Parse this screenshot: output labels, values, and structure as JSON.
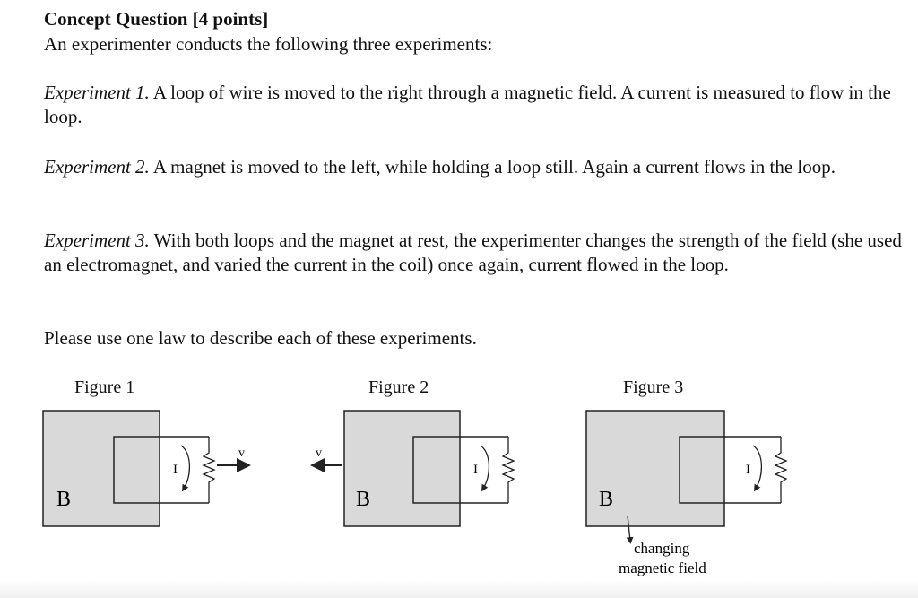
{
  "question": {
    "title": "Concept Question [4 points]",
    "intro": "An experimenter conducts the following three experiments:",
    "experiments": [
      {
        "label": "Experiment 1.",
        "text": " A loop of wire is moved to the right through a magnetic field.  A current is measured to flow in the loop."
      },
      {
        "label": "Experiment 2.",
        "text": " A magnet is moved to the left, while holding a loop still.  Again a current flows in the loop."
      },
      {
        "label": "Experiment 3.",
        "text": " With both loops and the magnet at rest, the experimenter changes the strength of the field (she used an electromagnet, and varied the current in the coil) once again, current flowed in the loop."
      }
    ],
    "closing": "Please use one law to describe each of these experiments."
  },
  "figures": [
    {
      "caption": "Figure 1",
      "field_label": "B",
      "current_label": "I",
      "velocity_label": "v"
    },
    {
      "caption": "Figure 2",
      "field_label": "B",
      "current_label": "I",
      "velocity_label": "v"
    },
    {
      "caption": "Figure 3",
      "field_label": "B",
      "current_label": "I",
      "note_line1": "changing",
      "note_line2": "magnetic field"
    }
  ],
  "colors": {
    "field_fill": "#d9d9d9",
    "stroke": "#222222"
  }
}
